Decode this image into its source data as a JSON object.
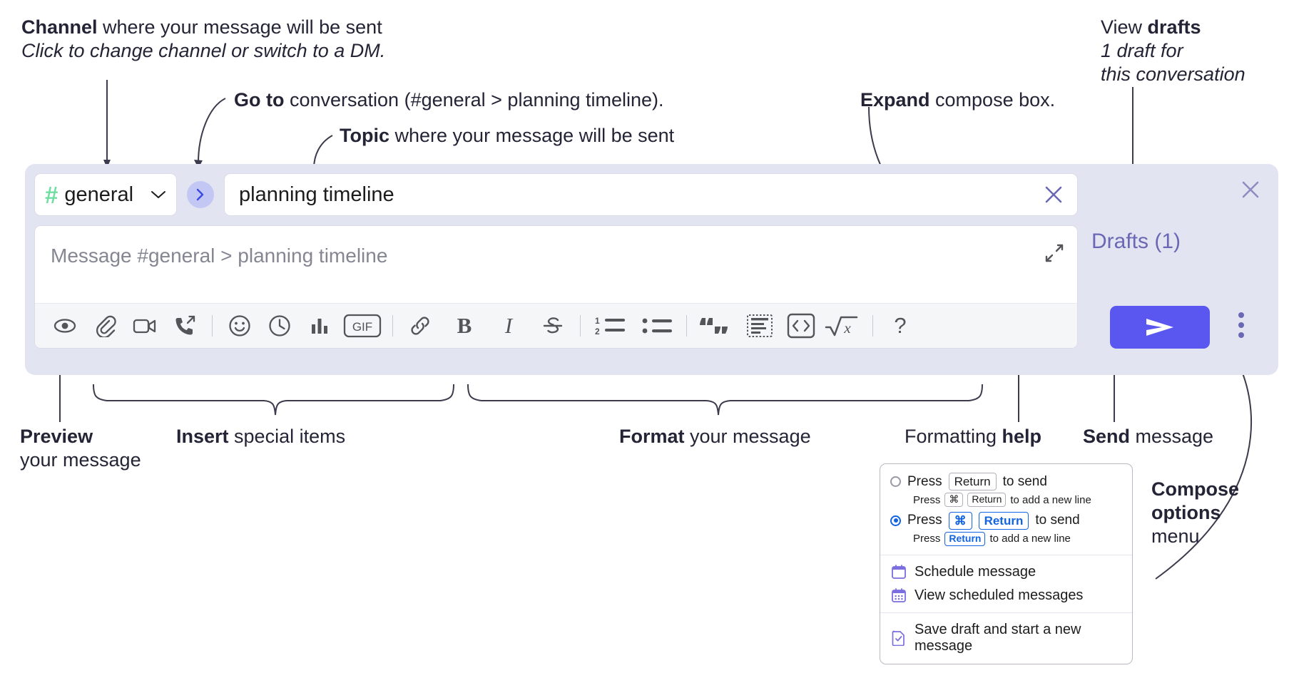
{
  "annotations": {
    "channel": {
      "bold": "Channel",
      "rest": " where your message will be sent",
      "italic": "Click to change channel or switch to a DM."
    },
    "goto": {
      "bold": "Go to",
      "rest": " conversation (#general > planning timeline)."
    },
    "topic": {
      "bold": "Topic",
      "rest": " where your message will be sent"
    },
    "expand": {
      "bold": "Expand",
      "rest": " compose box."
    },
    "drafts": {
      "line1_plain": "View ",
      "line1_bold": "drafts",
      "line2": "1 draft for",
      "line3": "this conversation"
    },
    "preview": {
      "bold": "Preview",
      "rest": "your message"
    },
    "insert": {
      "bold": "Insert",
      "rest": " special items"
    },
    "format": {
      "bold": "Format",
      "rest": " your message"
    },
    "formatting_help": {
      "plain": "Formatting ",
      "bold": "help"
    },
    "send": {
      "bold": "Send",
      "rest": " message"
    },
    "compose_options": {
      "bold1": "Compose",
      "bold2": "options",
      "rest": "menu"
    }
  },
  "compose": {
    "channel_name": "general",
    "channel_hash": "#",
    "topic_value": "planning timeline",
    "message_placeholder": "Message #general > planning timeline",
    "drafts_label": "Drafts (1)",
    "toolbar": [
      {
        "name": "preview-icon",
        "label": "preview"
      },
      {
        "name": "attachment-icon",
        "label": "attach file"
      },
      {
        "name": "video-clip-icon",
        "label": "record video clip"
      },
      {
        "name": "audio-clip-icon",
        "label": "record audio clip"
      },
      {
        "name": "emoji-icon",
        "label": "emoji"
      },
      {
        "name": "huddle-schedule-icon",
        "label": "scheduled send"
      },
      {
        "name": "poll-icon",
        "label": "poll"
      },
      {
        "name": "gif-icon",
        "label": "GIF"
      },
      {
        "name": "link-icon",
        "label": "link"
      },
      {
        "name": "bold-icon",
        "label": "Bold"
      },
      {
        "name": "italic-icon",
        "label": "Italic"
      },
      {
        "name": "strikethrough-icon",
        "label": "Strikethrough"
      },
      {
        "name": "ordered-list-icon",
        "label": "Ordered list"
      },
      {
        "name": "bulleted-list-icon",
        "label": "Bulleted list"
      },
      {
        "name": "blockquote-icon",
        "label": "Blockquote"
      },
      {
        "name": "code-block-icon",
        "label": "Code block"
      },
      {
        "name": "code-icon",
        "label": "Code"
      },
      {
        "name": "math-icon",
        "label": "Math"
      },
      {
        "name": "help-icon",
        "label": "?"
      }
    ],
    "gif_label": "GIF",
    "bold_label": "B",
    "italic_label": "I",
    "help_label": "?"
  },
  "menu": {
    "option1": {
      "press": "Press",
      "key": "Return",
      "suffix": "to send",
      "selected": false
    },
    "option1_sub": {
      "press": "Press",
      "key1": "⌘",
      "key2": "Return",
      "suffix": "to add a new line"
    },
    "option2": {
      "press": "Press",
      "key1": "⌘",
      "key2": "Return",
      "suffix": "to send",
      "selected": true
    },
    "option2_sub": {
      "press": "Press",
      "key": "Return",
      "suffix": "to add a new line"
    },
    "items": [
      {
        "icon": "calendar-icon",
        "label": "Schedule message"
      },
      {
        "icon": "calendar-grid-icon",
        "label": "View scheduled messages"
      },
      {
        "icon": "save-draft-icon",
        "label": "Save draft and start a new message"
      }
    ]
  },
  "colors": {
    "panel_bg": "#e3e4f2",
    "send_button": "#5a57f0",
    "hash_green": "#6edfa0",
    "drafts_purple": "#6a68b5",
    "accent_blue": "#1264e3"
  }
}
